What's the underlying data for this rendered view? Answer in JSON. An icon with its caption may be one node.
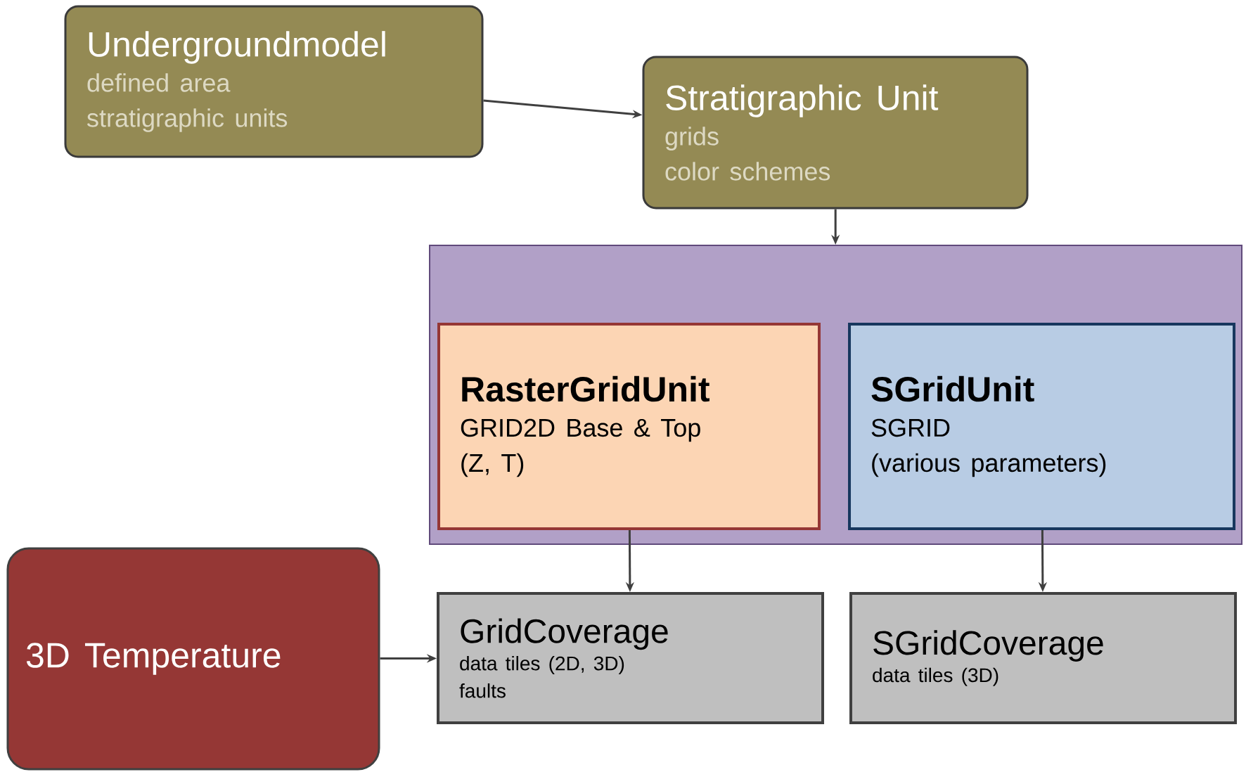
{
  "diagram": {
    "nodes": [
      {
        "text": [
          "Undergroundmodel",
          "defined area",
          "stratigraphic units"
        ]
      },
      {
        "text": [
          "Stratigraphic Unit",
          "grids",
          "color schemes"
        ]
      },
      {
        "text": [],
        "shape": "box"
      },
      {
        "text": [
          "RasterGridUnit",
          "GRID2D Base & Top",
          "(Z, T)"
        ],
        "in": 2
      },
      {
        "text": [
          "SGridUnit",
          "SGRID",
          "(various parameters)"
        ],
        "in": 2
      },
      {
        "text": [
          "3D Temperature"
        ]
      },
      {
        "text": [
          "GridCoverage",
          "data tiles (2D, 3D)",
          "faults"
        ]
      },
      {
        "text": [
          "SGridCoverage",
          "data tiles (3D)"
        ]
      }
    ],
    "edges": [
      {
        "from": 0,
        "to": 1,
        "arrow": "to"
      },
      {
        "from": 1,
        "to": 2,
        "arrow": "to"
      },
      {
        "from": 3,
        "to": 6,
        "arrow": "to"
      },
      {
        "from": 4,
        "to": 7,
        "arrow": "to"
      },
      {
        "from": 5,
        "to": 6,
        "arrow": "to"
      }
    ]
  }
}
